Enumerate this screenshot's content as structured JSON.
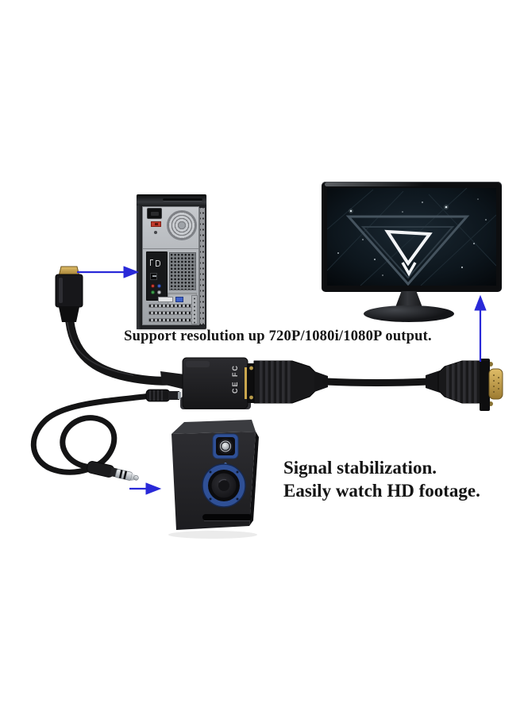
{
  "captions": {
    "resolution": "Support resolution up 720P/1080i/1080P output.",
    "signal_line1": "Signal stabilization.",
    "signal_line2": "Easily watch HD footage."
  },
  "adapter": {
    "marking": "CE FC"
  },
  "colors": {
    "arrow_blue": "#2929d8",
    "speaker_accent_blue": "#2f5096",
    "vga_gold": "#c9a449",
    "hdmi_tip_gold": "#b5974a",
    "background": "#ffffff"
  }
}
